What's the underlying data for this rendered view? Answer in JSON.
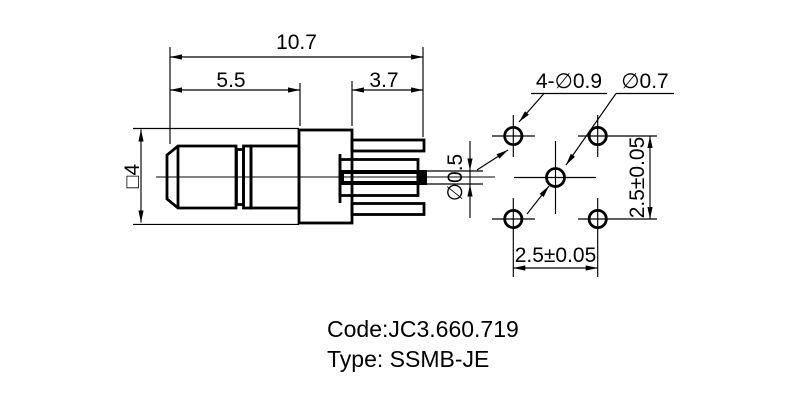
{
  "side_view": {
    "overall_length": "10.7",
    "body_length": "5.5",
    "leg_length": "3.7",
    "square_size": "□4",
    "pin_diameter": "∅0.5"
  },
  "footprint": {
    "corner_holes": "4-∅0.9",
    "center_hole": "∅0.7",
    "pitch_vertical": "2.5±0.05",
    "pitch_horizontal": "2.5±0.05"
  },
  "title": {
    "code": "Code:JC3.660.719",
    "type": "Type: SSMB-JE"
  },
  "colors": {
    "line": "#000000",
    "background": "#ffffff"
  }
}
